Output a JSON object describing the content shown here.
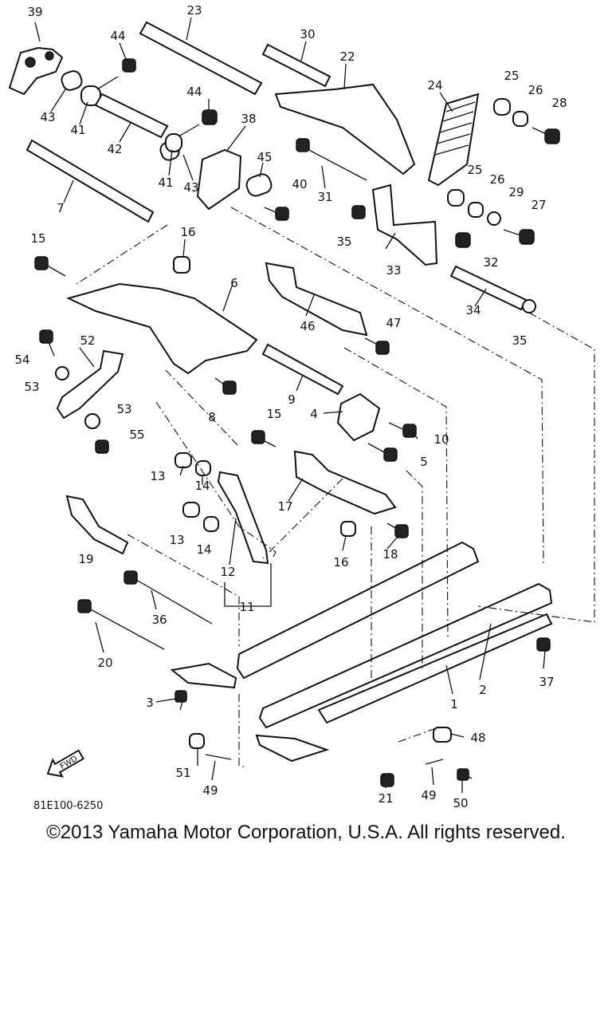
{
  "drawing_code": "81E100-6250",
  "copyright": "©2013 Yamaha Motor Corporation, U.S.A. All rights reserved.",
  "fwd_label": "FWD",
  "callouts": [
    {
      "id": "c39",
      "label": "39"
    },
    {
      "id": "c23",
      "label": "23"
    },
    {
      "id": "c44a",
      "label": "44"
    },
    {
      "id": "c30",
      "label": "30"
    },
    {
      "id": "c22",
      "label": "22"
    },
    {
      "id": "c24",
      "label": "24"
    },
    {
      "id": "c25a",
      "label": "25"
    },
    {
      "id": "c26a",
      "label": "26"
    },
    {
      "id": "c28",
      "label": "28"
    },
    {
      "id": "c43a",
      "label": "43"
    },
    {
      "id": "c41a",
      "label": "41"
    },
    {
      "id": "c44b",
      "label": "44"
    },
    {
      "id": "c38",
      "label": "38"
    },
    {
      "id": "c42",
      "label": "42"
    },
    {
      "id": "c41b",
      "label": "41"
    },
    {
      "id": "c43b",
      "label": "43"
    },
    {
      "id": "c45",
      "label": "45"
    },
    {
      "id": "c40",
      "label": "40"
    },
    {
      "id": "c31",
      "label": "31"
    },
    {
      "id": "c25b",
      "label": "25"
    },
    {
      "id": "c26b",
      "label": "26"
    },
    {
      "id": "c29",
      "label": "29"
    },
    {
      "id": "c27",
      "label": "27"
    },
    {
      "id": "c7",
      "label": "7"
    },
    {
      "id": "c35a",
      "label": "35"
    },
    {
      "id": "c32",
      "label": "32"
    },
    {
      "id": "c33",
      "label": "33"
    },
    {
      "id": "c15a",
      "label": "15"
    },
    {
      "id": "c16a",
      "label": "16"
    },
    {
      "id": "c6",
      "label": "6"
    },
    {
      "id": "c46",
      "label": "46"
    },
    {
      "id": "c34",
      "label": "34"
    },
    {
      "id": "c35b",
      "label": "35"
    },
    {
      "id": "c47",
      "label": "47"
    },
    {
      "id": "c54",
      "label": "54"
    },
    {
      "id": "c52",
      "label": "52"
    },
    {
      "id": "c53a",
      "label": "53"
    },
    {
      "id": "c8",
      "label": "8"
    },
    {
      "id": "c9",
      "label": "9"
    },
    {
      "id": "c53b",
      "label": "53"
    },
    {
      "id": "c15b",
      "label": "15"
    },
    {
      "id": "c4",
      "label": "4"
    },
    {
      "id": "c10",
      "label": "10"
    },
    {
      "id": "c55",
      "label": "55"
    },
    {
      "id": "c5",
      "label": "5"
    },
    {
      "id": "c13a",
      "label": "13"
    },
    {
      "id": "c14a",
      "label": "14"
    },
    {
      "id": "c17",
      "label": "17"
    },
    {
      "id": "c13b",
      "label": "13"
    },
    {
      "id": "c14b",
      "label": "14"
    },
    {
      "id": "c16b",
      "label": "16"
    },
    {
      "id": "c18",
      "label": "18"
    },
    {
      "id": "c19",
      "label": "19"
    },
    {
      "id": "c12",
      "label": "12"
    },
    {
      "id": "c11",
      "label": "11"
    },
    {
      "id": "c36",
      "label": "36"
    },
    {
      "id": "c20",
      "label": "20"
    },
    {
      "id": "c37",
      "label": "37"
    },
    {
      "id": "c2",
      "label": "2"
    },
    {
      "id": "c1",
      "label": "1"
    },
    {
      "id": "c3",
      "label": "3"
    },
    {
      "id": "c48",
      "label": "48"
    },
    {
      "id": "c51",
      "label": "51"
    },
    {
      "id": "c49a",
      "label": "49"
    },
    {
      "id": "c21",
      "label": "21"
    },
    {
      "id": "c49b",
      "label": "49"
    },
    {
      "id": "c50",
      "label": "50"
    }
  ]
}
